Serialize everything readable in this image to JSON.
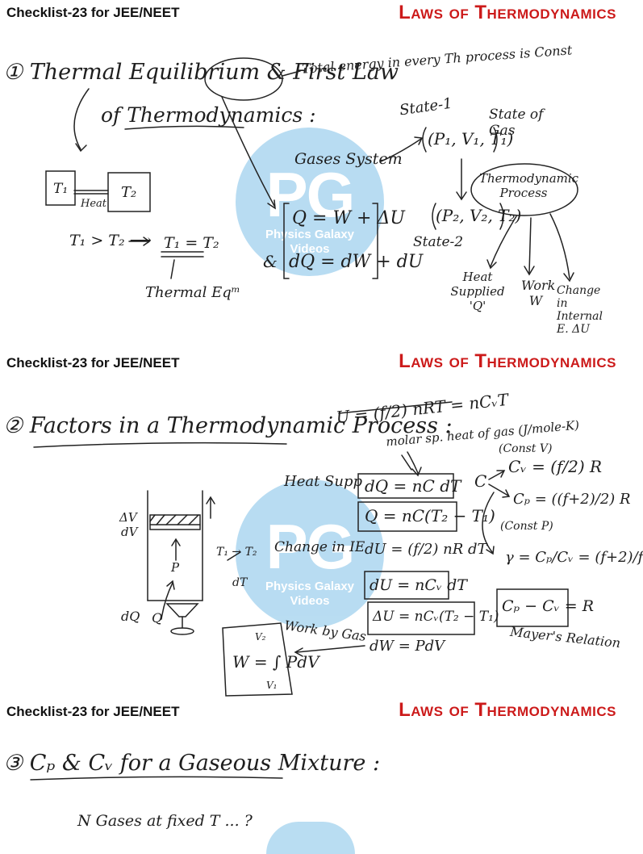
{
  "header": {
    "left": "Checklist-23 for JEE/NEET",
    "right": "Laws of Thermodynamics"
  },
  "watermark": {
    "logo": "PG",
    "line1": "Physics Galaxy",
    "line2": "Videos",
    "color": "#b3daf1"
  },
  "section1": {
    "heading_line1": "① Thermal Equilibrium & First Law",
    "heading_line2": "of Thermodynamics :",
    "note_first_law": "Total energy in every Th process is Const",
    "box_t1": "T₁",
    "box_t2": "T₂",
    "heat_label": "Heat",
    "relation": "T₁ > T₂ ⟶",
    "equal_temp": "T₁ = T₂",
    "thermal_eq": "Thermal Eqᵐ",
    "gases_system": "Gases System",
    "eq1": "Q = W + ΔU",
    "or_label": "&",
    "eq2": "dQ = dW + dU",
    "state1_label": "State-1",
    "state1_values": "(P₁, V₁, T₁)",
    "state_of_gas": "State of Gas",
    "thermo_process": "Thermodynamic Process",
    "state2_values": "(P₂, V₂, T₂)",
    "state2_label": "State-2",
    "heat_supplied": "Heat Supplied 'Q'",
    "work": "Work W",
    "change_ie": "Change in Internal E. ΔU"
  },
  "section2": {
    "heading": "② Factors in a Thermodynamic Process :",
    "internal_energy_formula": "U = (f/2) nRT = nCᵥT",
    "molar_heat": "molar sp. heat of gas (J/mole-K)",
    "heat_supp": "Heat Supp",
    "dq_eq": "dQ = nC dT",
    "q_eq": "Q = nC(T₂ − T₁)",
    "change_ie": "Change in IE",
    "du_eq1": "dU = (f/2) nR dT",
    "du_eq2": "dU = nCᵥ dT",
    "delta_u_eq": "ΔU = nCᵥ(T₂ − T₁)",
    "work_by_gas": "Work by Gas",
    "dw_eq": "dW = PdV",
    "w_integral": "W = ∫ PdV",
    "v2": "V₂",
    "v1": "V₁",
    "const_v": "(Const V)",
    "cv_eq": "Cᵥ = (f/2) R",
    "c_label": "C",
    "cp_eq": "Cₚ = ((f+2)/2) R",
    "const_p": "(Const P)",
    "gamma_eq": "γ = Cₚ/Cᵥ = (f+2)/f",
    "mayer_eq": "Cₚ − Cᵥ = R",
    "mayer_rel": "Mayer's Relation",
    "cyl_dv1": "ΔV",
    "cyl_dv2": "dV",
    "cyl_p": "P",
    "cyl_dq": "dQ",
    "cyl_q": "Q",
    "cyl_t": "T₁ → T₂",
    "cyl_dt": "dT"
  },
  "section3": {
    "heading": "③ Cₚ & Cᵥ for a Gaseous Mixture :",
    "partial_line": "N Gases at fixed T ... ?"
  }
}
